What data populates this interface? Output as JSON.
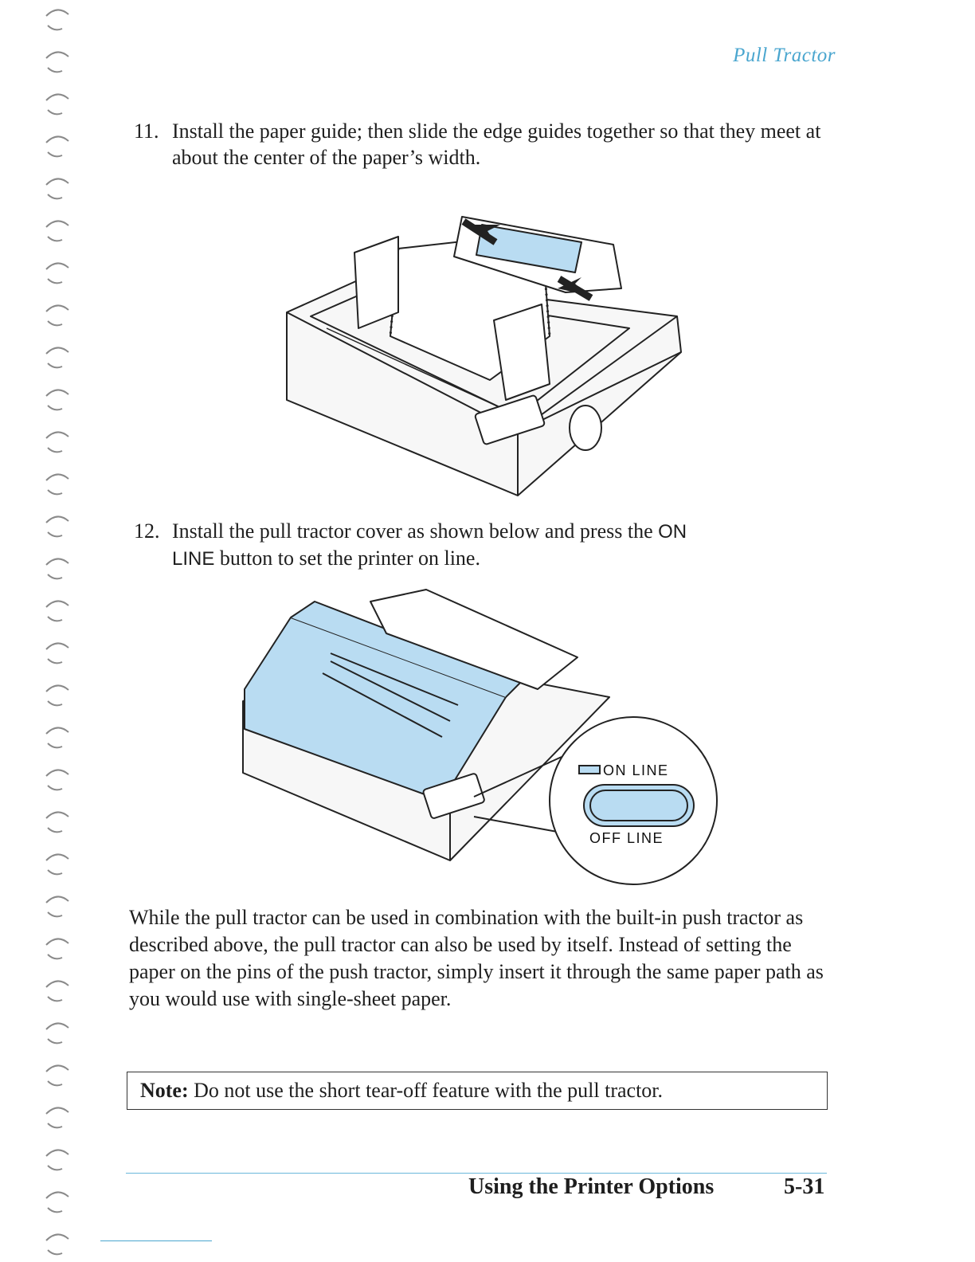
{
  "header": {
    "section_title": "Pull Tractor"
  },
  "steps": [
    {
      "number": "11.",
      "text": "Install the paper guide; then slide the edge guides together so that they meet at about the center of the paper’s width."
    },
    {
      "number": "12.",
      "text_before": "Install the pull tractor cover as shown below and press the ",
      "button_on": "ON",
      "text_mid": "LINE",
      "text_after": " button to set the printer on line."
    }
  ],
  "figure2": {
    "label_on": "ON LINE",
    "label_off": "OFF LINE"
  },
  "paragraph": "While the pull tractor can be used in combination with the built-in push tractor as described above, the pull tractor can also be used by itself. Instead of setting the paper on the pins of the push tractor, simply insert it through the same paper path as you would use with single-sheet paper.",
  "note": {
    "label": "Note:",
    "text": " Do not use the short tear-off feature with the pull tractor."
  },
  "footer": {
    "chapter_title": "Using the Printer Options",
    "page_number": "5-31"
  },
  "colors": {
    "accent_blue": "#4aa6cf",
    "highlight_blue": "#b9dcf2"
  }
}
